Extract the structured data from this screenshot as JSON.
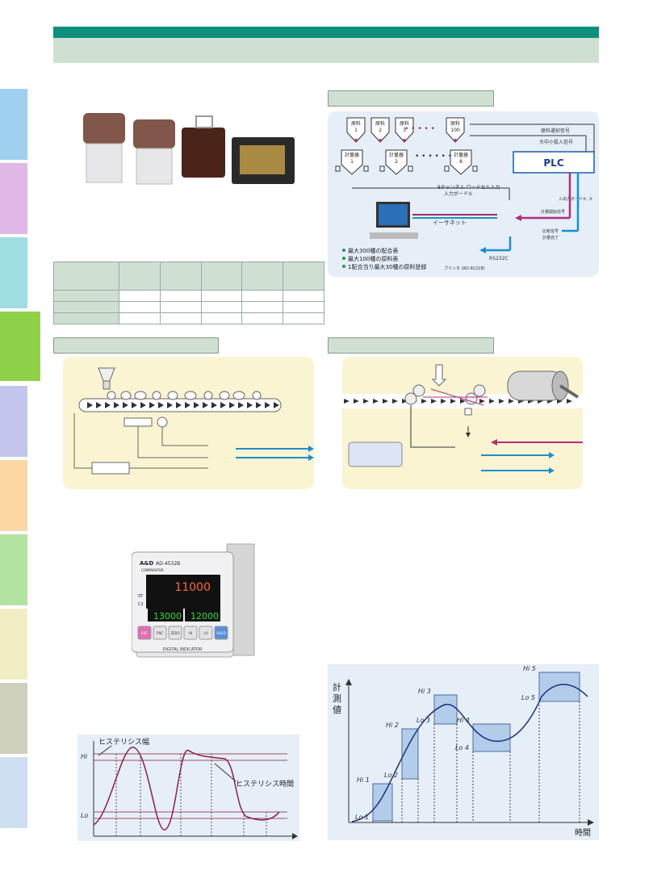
{
  "colors": {
    "header_green": "#0e8f7c",
    "header_light": "#cfe0d2",
    "panel_yellow": "#fbf4d2",
    "panel_blue": "#e6eef8",
    "arrow_blue": "#1b8fcf",
    "arrow_magenta": "#b0307a",
    "box_blue": "#a9c6e8"
  },
  "side_tabs": [
    {
      "color": "#9fd0ef"
    },
    {
      "color": "#e0b8e6"
    },
    {
      "color": "#9fdde0"
    },
    {
      "color": "#8fd24a"
    },
    {
      "color": "#c3c5ec"
    },
    {
      "color": "#fbd7a6"
    },
    {
      "color": "#b2e3a0"
    },
    {
      "color": "#f2eec4"
    },
    {
      "color": "#cfd0bd"
    },
    {
      "color": "#cddff0"
    }
  ],
  "system_diagram": {
    "hoppers": [
      "原料\n1",
      "原料\n2",
      "原料\n3",
      "原料\n100"
    ],
    "weighers": [
      "計量器\n1",
      "計量器\n2",
      "計量器\n8"
    ],
    "plc_label": "PLC",
    "signal_select": "原料選択信号",
    "signal_large_small": "大中小投入信号",
    "load_cell_input": "8チャンネル ロードセル入力",
    "input_board_1": "入力ボード①",
    "input_board_2": "入出力ボード②, ③",
    "measure_start": "計量開始信号",
    "compare_signal": "比較信号",
    "measure_done": "計量完了",
    "ethernet": "イーサネット",
    "rs232c": "RS232C",
    "printer": "プリンタ (AD-8121B)",
    "bullets": [
      "最大300種の配合表",
      "最大100種の原料表",
      "1配合当り最大30種の原料登録"
    ]
  },
  "indicator": {
    "brand": "A&D",
    "model": "AD-4532B",
    "comparator": "COMPARATOR",
    "main_value": "11000",
    "hi_value": "13000",
    "lo_value": "12000",
    "st": "ST",
    "c2": "C2",
    "footer": "DIGITAL INDICATOR",
    "keys": [
      "ESC",
      "FNC",
      "ZERO",
      "HI",
      "LO",
      "HOLD"
    ]
  },
  "hysteresis_chart": {
    "label_width": "ヒステリシス幅",
    "label_time": "ヒステリシス時間",
    "hi": "Hi",
    "lo": "Lo"
  },
  "trend_chart": {
    "ylabel": "計\n測\n値",
    "xlabel": "時間",
    "boxes": [
      {
        "hi": "Hi 1",
        "lo": "Lo 1"
      },
      {
        "hi": "Hi 2",
        "lo": "Lo 2"
      },
      {
        "hi": "Hi 3",
        "lo": "Lo 3"
      },
      {
        "hi": "Hi 4",
        "lo": "Lo 4"
      },
      {
        "hi": "Hi 5",
        "lo": "Lo 5"
      }
    ]
  }
}
